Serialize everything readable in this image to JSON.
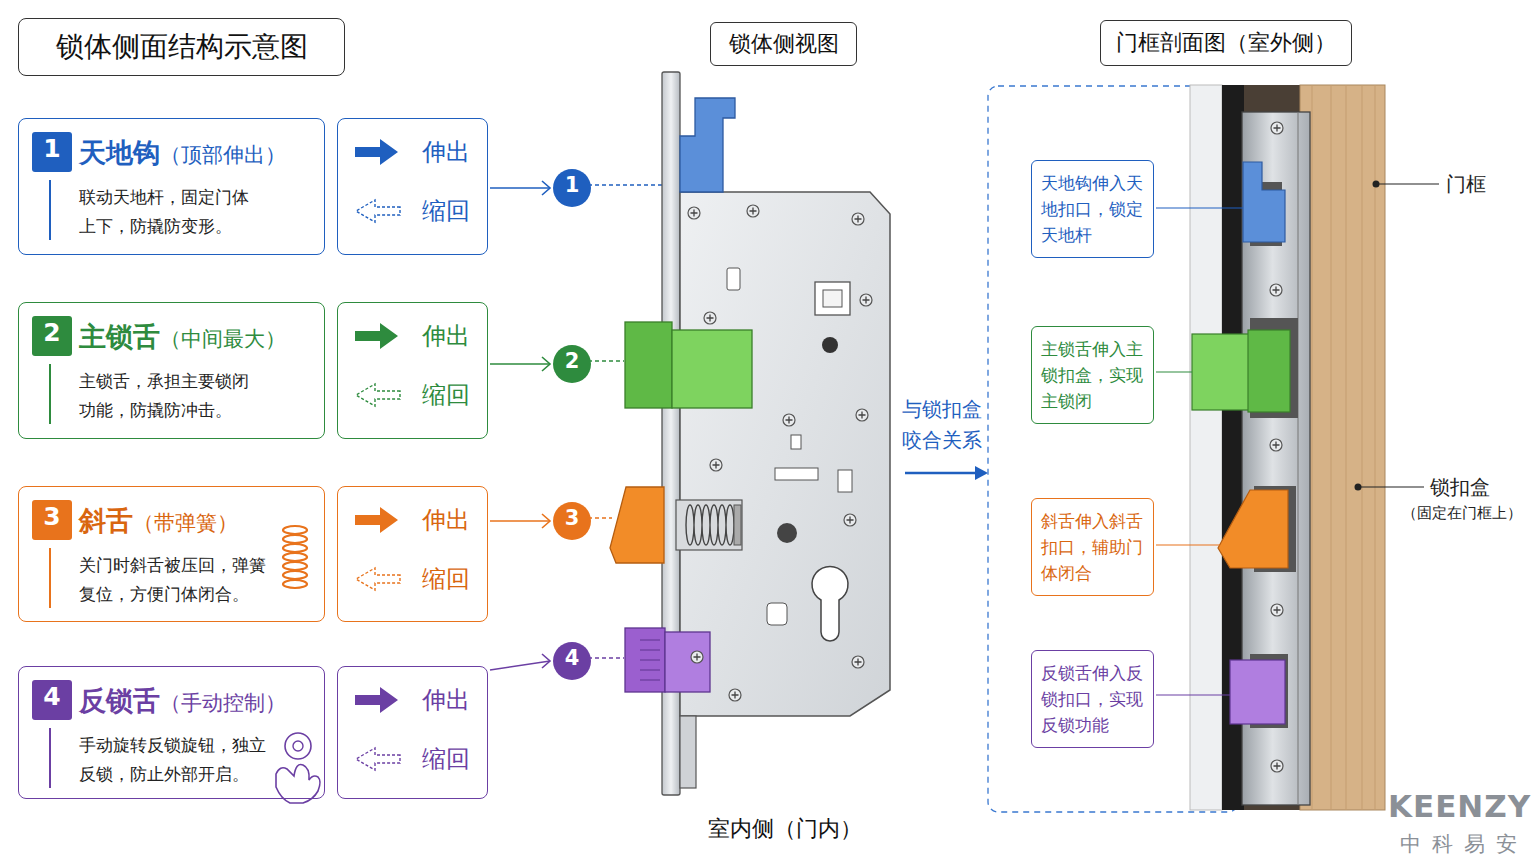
{
  "diagram": {
    "title": "锁体侧面结构示意图",
    "nodes": [
      {
        "text": [
          "锁体侧视图"
        ]
      },
      {
        "text": [
          "门框剖面图（室外侧）"
        ]
      },
      {
        "text": [
          "天地钩",
          "（顶部伸出）",
          "联动天地杆，固定门体上下，防撬防变形。"
        ]
      },
      {
        "text": [
          "1"
        ],
        "in": 2
      },
      {
        "text": [
          "伸出",
          "缩回"
        ]
      },
      {
        "text": [
          "1"
        ]
      },
      {
        "text": [
          "天地钩伸入天地扣口，锁定天地杆"
        ]
      },
      {
        "text": [
          "主锁舌",
          "（中间最大）",
          "主锁舌，承担主要锁闭功能，防撬防冲击。"
        ]
      },
      {
        "text": [
          "2"
        ],
        "in": 7
      },
      {
        "text": [
          "伸出",
          "缩回"
        ]
      },
      {
        "text": [
          "2"
        ]
      },
      {
        "text": [
          "主锁舌伸入主锁扣盒，实现主锁闭"
        ]
      },
      {
        "text": [
          "斜舌",
          "（带弹簧）",
          "关门时斜舌被压回，弹簧复位，方便门体闭合。"
        ]
      },
      {
        "text": [
          "3"
        ],
        "in": 12
      },
      {
        "text": [
          "伸出",
          "缩回"
        ]
      },
      {
        "text": [
          "3"
        ]
      },
      {
        "text": [
          "斜舌伸入斜舌扣口，辅助门体闭合"
        ]
      },
      {
        "text": [
          "反锁舌",
          "（手动控制）",
          "手动旋转反锁旋钮，独立反锁，防止外部开启。"
        ]
      },
      {
        "text": [
          "4"
        ],
        "in": 17
      },
      {
        "text": [
          "伸出",
          "缩回"
        ]
      },
      {
        "text": [
          "4"
        ]
      },
      {
        "text": [
          "反锁舌伸入反锁扣口，实现反锁功能"
        ]
      }
    ],
    "edges": [
      {
        "from": 4,
        "to": 5,
        "arrow": "to"
      },
      {
        "from": 9,
        "to": 10,
        "arrow": "to"
      },
      {
        "from": 14,
        "to": 15,
        "arrow": "to"
      },
      {
        "from": 19,
        "to": 20,
        "arrow": "to"
      }
    ],
    "labels": [
      "与锁扣盒咬合关系",
      "门框",
      "锁扣盒",
      "（固定在门框上）",
      "室内侧（门内）",
      "KEENZY",
      "中科易安"
    ]
  }
}
